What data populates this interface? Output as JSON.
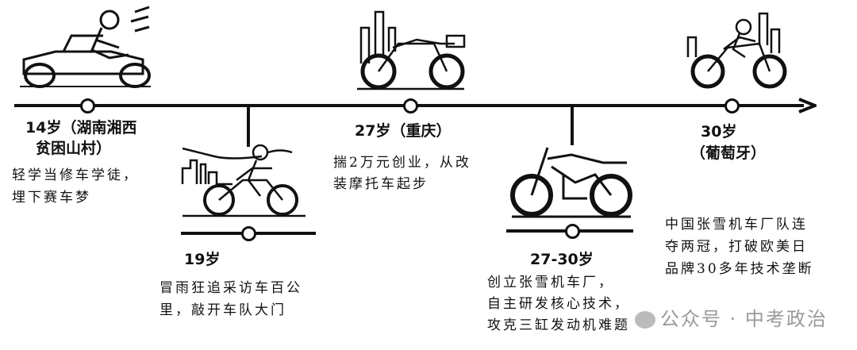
{
  "timeline": {
    "events": [
      {
        "title_lines": [
          "14岁（湖南湘西",
          "贫困山村）"
        ],
        "desc_lines": [
          "轻学当修车学徒，",
          "埋下赛车梦"
        ],
        "illustration": "go-kart-rider"
      },
      {
        "title_lines": [
          "19岁"
        ],
        "desc_lines": [
          "冒雨狂追采访车百公",
          "里，敲开车队大门"
        ],
        "illustration": "motorcycle-rider-city"
      },
      {
        "title_lines": [
          "27岁（重庆）"
        ],
        "desc_lines": [
          "揣2万元创业，从改",
          "装摩托车起步"
        ],
        "illustration": "motorcycle-city"
      },
      {
        "title_lines": [
          "27-30岁"
        ],
        "desc_lines": [
          "创立张雪机车厂，",
          "自主研发核心技术，",
          "攻克三缸发动机难题"
        ],
        "illustration": "naked-motorcycle"
      },
      {
        "title_lines": [
          "30岁",
          "（葡萄牙）"
        ],
        "desc_lines": [
          "中国张雪机车厂队连",
          "夺两冠，打破欧美日",
          "品牌30多年技术垄断"
        ],
        "illustration": "racing-motorcycle-rider"
      }
    ]
  },
  "watermark": {
    "text": "公众号 · 中考政治",
    "icon": "wechat-icon"
  },
  "colors": {
    "ink": "#111111",
    "watermark": "#9a9a9a"
  }
}
